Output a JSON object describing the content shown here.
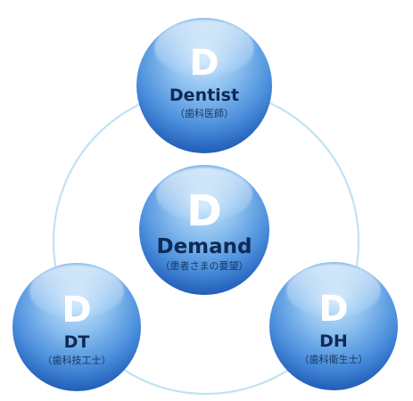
{
  "nodes": [
    {
      "id": "dentist",
      "letter": "D",
      "title": "Dentist",
      "subtitle": "（歯科医師）"
    },
    {
      "id": "demand",
      "letter": "D",
      "title": "Demand",
      "subtitle": "（患者さまの要望）"
    },
    {
      "id": "dt",
      "letter": "D",
      "title": "DT",
      "subtitle": "（歯科技工士）"
    },
    {
      "id": "dh",
      "letter": "D",
      "title": "DH",
      "subtitle": "（歯科衛生士）"
    }
  ],
  "colors": {
    "ring": "#bfe3f2",
    "sphere_light": "#b9dcf7",
    "sphere_mid": "#4f93dc",
    "sphere_dark": "#1f5cb8",
    "title_text": "#0d2a56",
    "letter_text": "#ffffff"
  }
}
